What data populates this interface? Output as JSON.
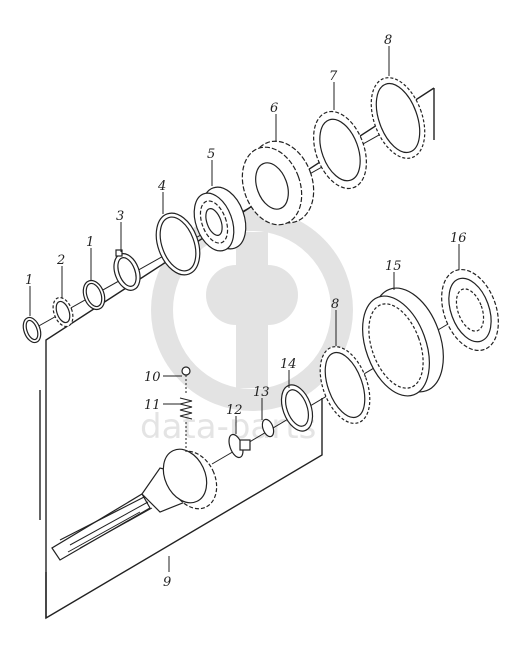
{
  "labels": {
    "l1a": "1",
    "l2": "2",
    "l1b": "1",
    "l3": "3",
    "l4": "4",
    "l5": "5",
    "l6": "6",
    "l7": "7",
    "l8a": "8",
    "l8b": "8",
    "l9": "9",
    "l10": "10",
    "l11": "11",
    "l12": "12",
    "l13": "13",
    "l14": "14",
    "l15": "15",
    "l16": "16"
  },
  "watermark": "data-parts",
  "colors": {
    "ink": "#222222",
    "watermark": "#cfcfcf",
    "background": "#ffffff"
  }
}
